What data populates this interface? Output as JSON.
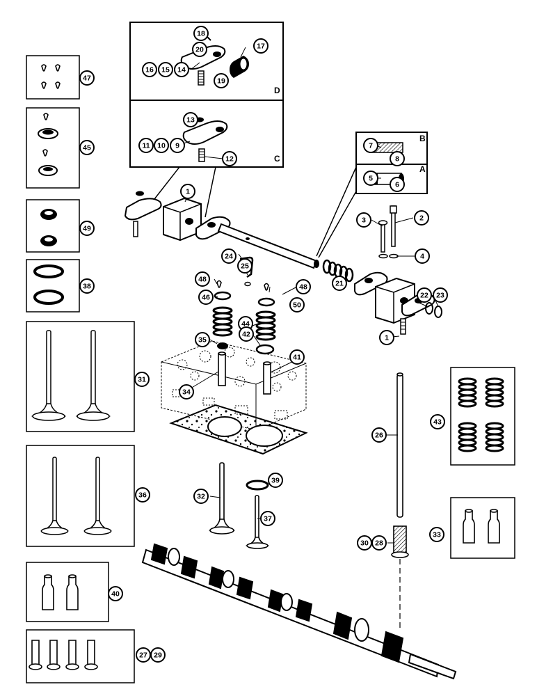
{
  "panel_letters": {
    "a": "A",
    "b": "B",
    "c": "C",
    "d": "D"
  },
  "callouts": {
    "c1a": "1",
    "c1b": "1",
    "c2": "2",
    "c3": "3",
    "c4": "4",
    "c5": "5",
    "c6": "6",
    "c7": "7",
    "c8": "8",
    "c9": "9",
    "c10": "10",
    "c11": "11",
    "c12": "12",
    "c13": "13",
    "c14": "14",
    "c15": "15",
    "c16": "16",
    "c17": "17",
    "c18": "18",
    "c19": "19",
    "c20": "20",
    "c21": "21",
    "c22": "22",
    "c23": "23",
    "c24": "24",
    "c25": "25",
    "c26": "26",
    "c27": "27",
    "c28": "28",
    "c29": "29",
    "c30": "30",
    "c31": "31",
    "c32": "32",
    "c33": "33",
    "c34": "34",
    "c35": "35",
    "c36": "36",
    "c37": "37",
    "c38": "38",
    "c39": "39",
    "c40": "40",
    "c41": "41",
    "c42": "42",
    "c43": "43",
    "c44": "44",
    "c45": "45",
    "c46": "46",
    "c47": "47",
    "c48a": "48",
    "c48b": "48",
    "c49": "49",
    "c50": "50"
  }
}
